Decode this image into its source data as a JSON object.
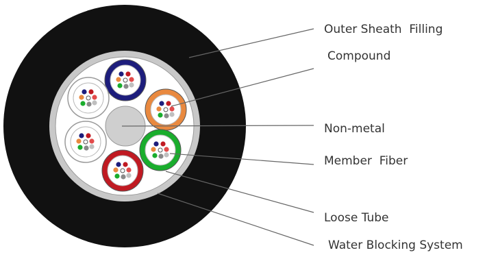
{
  "labels": {
    "outer_sheath_filling": "Outer Sheath  Filling",
    "compound": "Compound",
    "non_metal": "Non-metal",
    "member_fiber": "Member  Fiber",
    "loose_tube": "Loose Tube",
    "water_blocking_system": "Water Blocking System"
  },
  "colors": {
    "outer_sheath": "#111111",
    "water_blocking_ring": "#c8c8c8",
    "filling_compound": "#ffffff",
    "central_member": "#cfcfcf",
    "tube_blue": "#1d1d7c",
    "tube_orange": "#e9893f",
    "tube_green": "#1aad2d",
    "tube_red": "#c01a22",
    "tube_white": "#ffffff",
    "tube_gray_outline": "#9a9a9a",
    "leader_line": "#666666"
  },
  "tubes": [
    {
      "name": "tube-blue",
      "color_key": "tube_blue"
    },
    {
      "name": "tube-orange",
      "color_key": "tube_orange"
    },
    {
      "name": "tube-green",
      "color_key": "tube_green"
    },
    {
      "name": "tube-red",
      "color_key": "tube_red"
    },
    {
      "name": "tube-white-lower",
      "color_key": "tube_white"
    },
    {
      "name": "tube-white-upper",
      "color_key": "tube_white"
    }
  ]
}
